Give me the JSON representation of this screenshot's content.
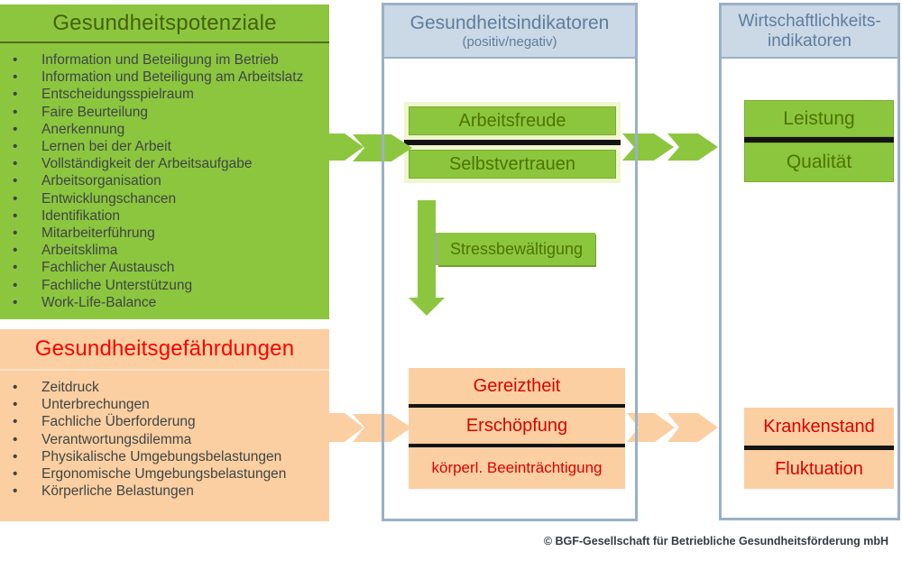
{
  "colors": {
    "green": "#8CC63E",
    "green_text": "#4F7300",
    "orange": "#FBCFA1",
    "red_text": "#DD0000",
    "red_header": "#FB0000",
    "header_blue_bg": "#CBD8E5",
    "header_blue_text": "#5E7D9F",
    "container_border": "#9BB0C8",
    "list_text": "#3F4545"
  },
  "left_column": {
    "potentials": {
      "title": "Gesundheitspotenziale",
      "items": [
        "Information und Beteiligung im Betrieb",
        "Information und Beteiligung am Arbeitslatz",
        "Entscheidungsspielraum",
        "Faire Beurteilung",
        "Anerkennung",
        "Lernen bei der Arbeit",
        "Vollständigkeit der Arbeitsaufgabe",
        "Arbeitsorganisation",
        "Entwicklungschancen",
        "Identifikation",
        "Mitarbeiterführung",
        "Arbeitsklima",
        "Fachlicher Austausch",
        "Fachliche Unterstützung",
        "Work-Life-Balance"
      ]
    },
    "hazards": {
      "title": "Gesundheitsgefährdungen",
      "items": [
        "Zeitdruck",
        "Unterbrechungen",
        "Fachliche Überforderung",
        "Verantwortungsdilemma",
        "Physikalische Umgebungsbelastungen",
        "Ergonomische Umgebungsbelastungen",
        "Körperliche Belastungen"
      ]
    }
  },
  "middle_column": {
    "header": {
      "title": "Gesundheitsindikatoren",
      "subtitle": "(positiv/negativ)"
    },
    "positive_boxes": [
      "Arbeitsfreude",
      "Selbstvertrauen"
    ],
    "coping_box": "Stressbewältigung",
    "negative_boxes": [
      "Gereiztheit",
      "Erschöpfung",
      "körperl. Beeinträchtigung"
    ]
  },
  "right_column": {
    "header": {
      "title_line1": "Wirtschaftlichkeits-",
      "title_line2": "indikatoren"
    },
    "positive_boxes": [
      "Leistung",
      "Qualität"
    ],
    "negative_boxes": [
      "Krankenstand",
      "Fluktuation"
    ]
  },
  "footer": {
    "copyright": "© BGF-Gesellschaft für Betriebliche Gesundheitsförderung mbH"
  }
}
